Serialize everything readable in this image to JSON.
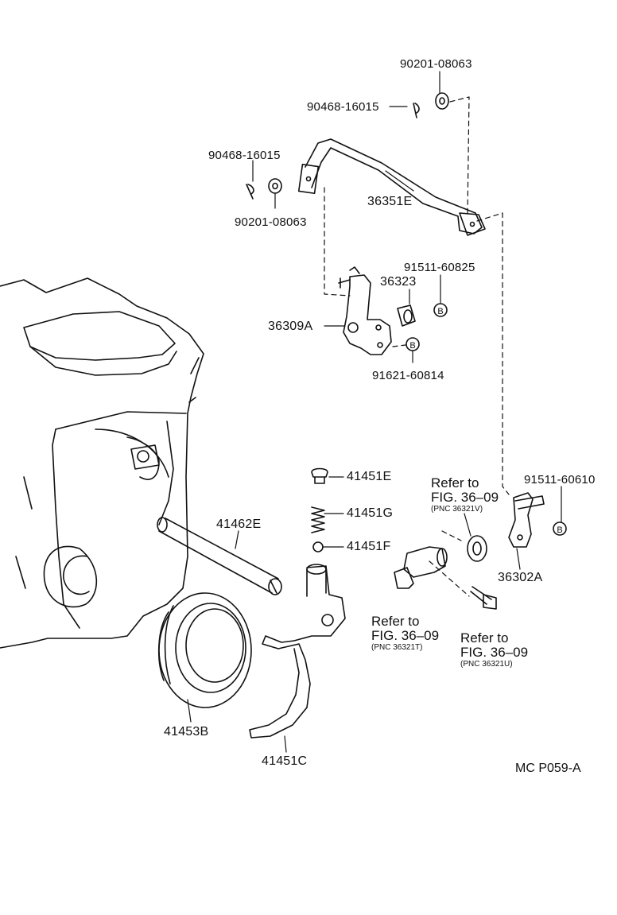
{
  "labels": {
    "p90201_top": "90201-08063",
    "p90468_top": "90468-16015",
    "p90468_left": "90468-16015",
    "p36351E": "36351E",
    "p90201_left": "90201-08063",
    "p91511_60825": "91511-60825",
    "p36323": "36323",
    "p36309A": "36309A",
    "p91621": "91621-60814",
    "p41451E": "41451E",
    "p41451G": "41451G",
    "p41451F": "41451F",
    "p41462E": "41462E",
    "p91511_60610": "91511-60610",
    "p36302A": "36302A",
    "p41453B": "41453B",
    "p41451C": "41451C",
    "bolt_mark": "B"
  },
  "refs": {
    "v": {
      "line1": "Refer to",
      "line2": "FIG. 36–09",
      "line3": "(PNC 36321V)"
    },
    "t": {
      "line1": "Refer to",
      "line2": "FIG. 36–09",
      "line3": "(PNC 36321T)"
    },
    "u": {
      "line1": "Refer to",
      "line2": "FIG. 36–09",
      "line3": "(PNC 36321U)"
    }
  },
  "diagram_code": "MC P059-A"
}
